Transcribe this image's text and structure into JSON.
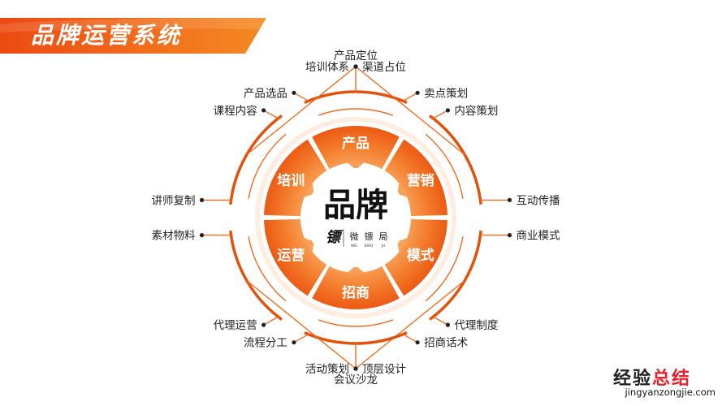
{
  "title": "品牌运营系统",
  "center": {
    "main": "品牌",
    "logo_glyph": "镖",
    "brand": "微镖局",
    "brand_pinyin": [
      "WEI",
      "BIAO",
      "JU"
    ]
  },
  "segments": [
    "产品",
    "营销",
    "模式",
    "招商",
    "运营",
    "培训"
  ],
  "groups": [
    {
      "items": [
        "产品选品",
        "产品定位",
        "卖点策划"
      ]
    },
    {
      "items": [
        "内容策划",
        "渠道占位",
        "互动传播"
      ]
    },
    {
      "items": [
        "商业模式",
        "顶层设计",
        "代理制度"
      ]
    },
    {
      "items": [
        "招商话术",
        "会议沙龙",
        "流程分工"
      ]
    },
    {
      "items": [
        "代理运营",
        "活动策划",
        "素材物料"
      ]
    },
    {
      "items": [
        "讲师复制",
        "培训体系",
        "课程内容"
      ]
    }
  ],
  "watermark": {
    "part1": "经验",
    "part2": "总结",
    "url": "jingyanzongjie.com"
  },
  "colors": {
    "accent": "#f26b1e",
    "accent_dark": "#e2520c",
    "text": "#222222",
    "ring_light": "#fde2cf"
  }
}
